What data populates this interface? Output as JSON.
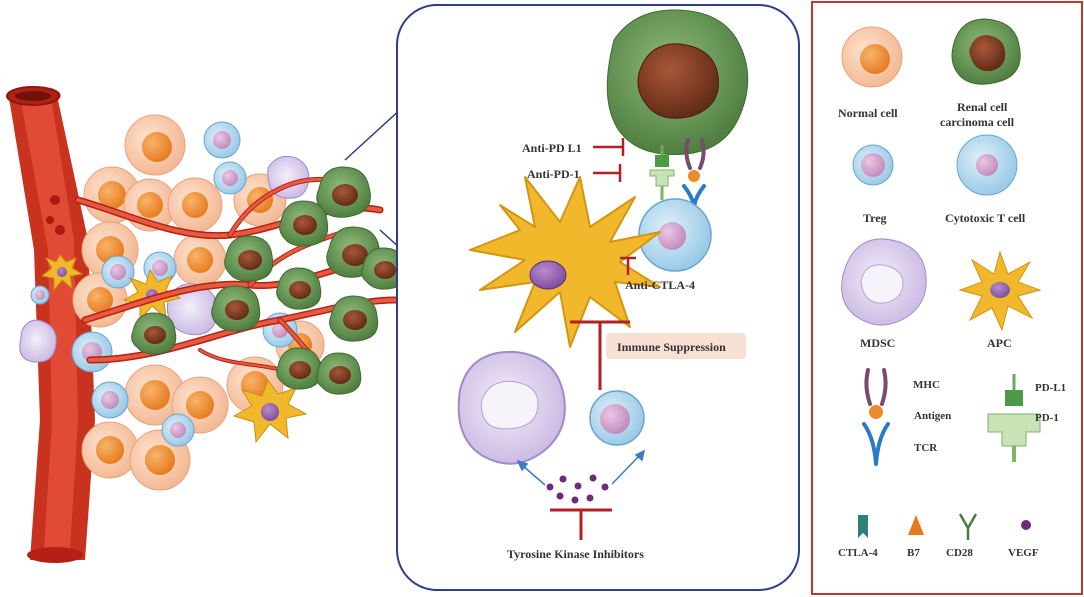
{
  "colors": {
    "vessel": "#d23a2a",
    "vessel_dark": "#b52015",
    "normal_cell": "#f6c6a5",
    "normal_nucleus": "#ee8a2e",
    "rcc_outer": "#5f8f4e",
    "rcc_nucleus": "#7a3a22",
    "tcell": "#b9dcef",
    "tcell_nucleus": "#d3a6cf",
    "mdsc": "#dcd0ec",
    "apc": "#f2b82b",
    "inhibit": "#b51f24",
    "zoom_border": "#2c3e8c",
    "legend_border": "#c0392b",
    "label_bg": "#f8e0d4",
    "arrow": "#3c7cc2"
  },
  "zoom": {
    "labels": {
      "anti_pdl1": "Anti-PD L1",
      "anti_pd1": "Anti-PD-1",
      "anti_ctla4": "Anti-CTLA-4",
      "immune_suppression": "Immune Suppression",
      "tki": "Tyrosine Kinase Inhibitors"
    }
  },
  "legend": {
    "normal_cell": "Normal cell",
    "rcc_line1": "Renal cell",
    "rcc_line2": "carcinoma  cell",
    "treg": "Treg",
    "cytotoxic_t": "Cytotoxic T cell",
    "mdsc": "MDSC",
    "apc": "APC",
    "mhc": "MHC",
    "antigen": "Antigen",
    "tcr": "TCR",
    "pdl1": "PD-L1",
    "pd1": "PD-1",
    "ctla4": "CTLA-4",
    "b7": "B7",
    "cd28": "CD28",
    "vegf": "VEGF"
  }
}
